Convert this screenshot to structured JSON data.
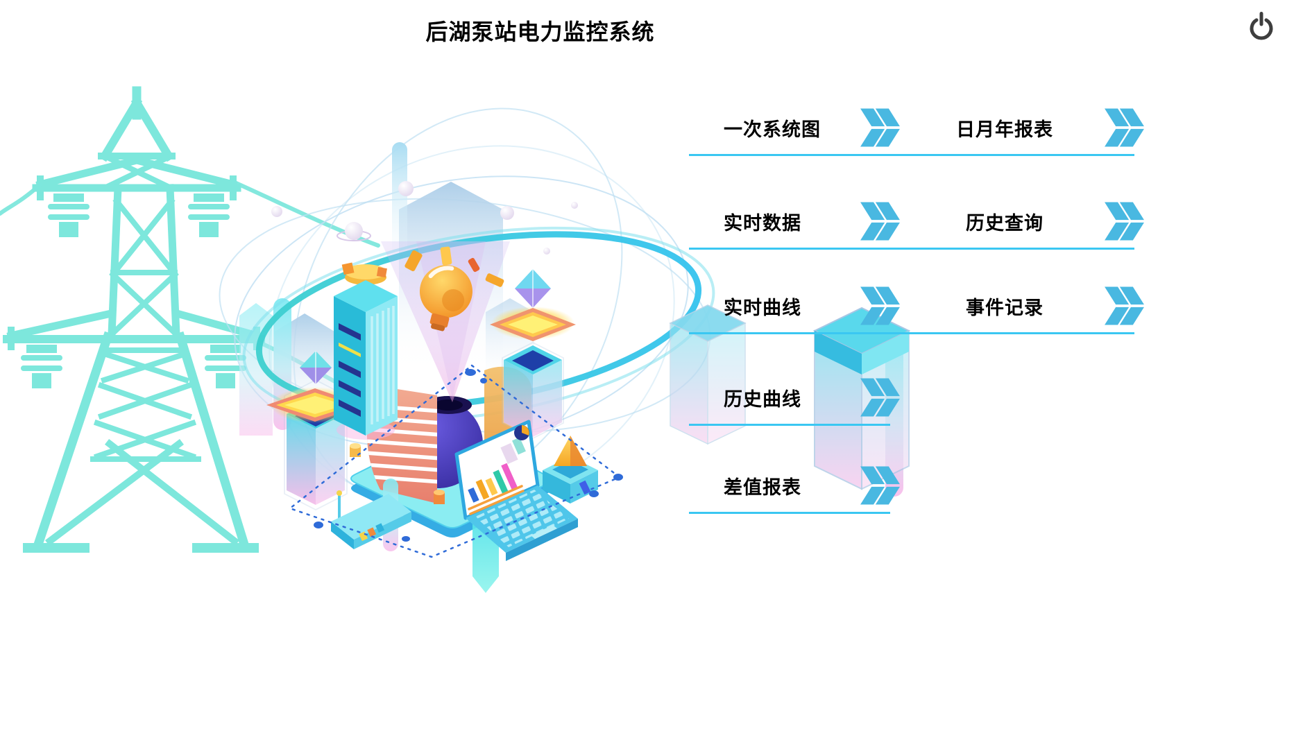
{
  "app": {
    "title": "后湖泵站电力监控系统"
  },
  "header": {
    "power_icon": "power-symbol"
  },
  "menu": {
    "chevron_icon": "double-chevron-right",
    "items": [
      {
        "id": "primary-system-diagram",
        "label": "一次系统图"
      },
      {
        "id": "day-month-year-report",
        "label": "日月年报表"
      },
      {
        "id": "realtime-data",
        "label": "实时数据"
      },
      {
        "id": "history-query",
        "label": "历史查询"
      },
      {
        "id": "realtime-curve",
        "label": "实时曲线"
      },
      {
        "id": "event-record",
        "label": "事件记录"
      },
      {
        "id": "history-curve",
        "label": "历史曲线"
      },
      {
        "id": "difference-report",
        "label": "差值报表"
      }
    ]
  },
  "colors": {
    "underline": "#3ac7f2",
    "chevron": "#49b8e1",
    "title_text": "#000000",
    "power_icon": "#3e3e3e",
    "pylon_teal": "#7de7dc"
  }
}
